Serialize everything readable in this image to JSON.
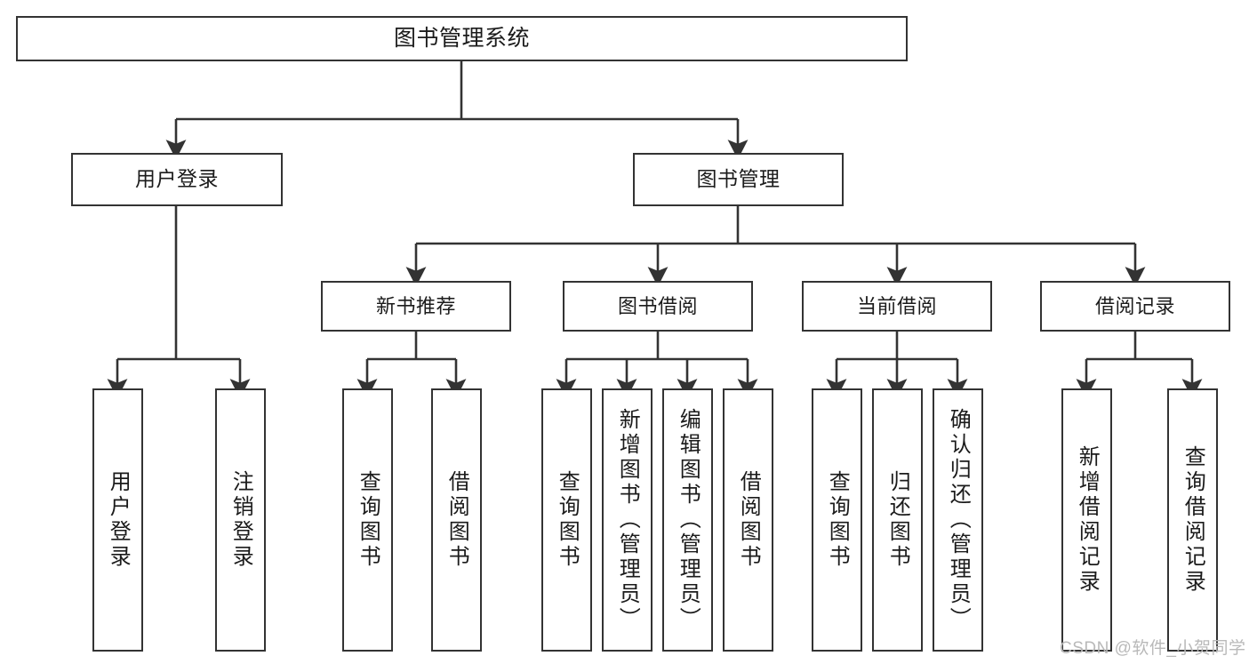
{
  "diagram": {
    "title": "图书管理系统",
    "type": "tree",
    "root": {
      "id": "root",
      "label": "图书管理系统",
      "orientation": "horizontal"
    },
    "level1": [
      {
        "id": "user-login",
        "label": "用户登录",
        "orientation": "horizontal"
      },
      {
        "id": "book-manage",
        "label": "图书管理",
        "orientation": "horizontal"
      }
    ],
    "level2": [
      {
        "id": "new-book-rec",
        "label": "新书推荐",
        "parent": "book-manage",
        "orientation": "horizontal"
      },
      {
        "id": "book-borrow",
        "label": "图书借阅",
        "parent": "book-manage",
        "orientation": "horizontal"
      },
      {
        "id": "current-borrow",
        "label": "当前借阅",
        "parent": "book-manage",
        "orientation": "horizontal"
      },
      {
        "id": "borrow-record",
        "label": "借阅记录",
        "parent": "book-manage",
        "orientation": "horizontal"
      }
    ],
    "leaves": [
      {
        "id": "leaf-user-login",
        "label": "用户登录",
        "parent": "user-login",
        "orientation": "vertical"
      },
      {
        "id": "leaf-user-logout",
        "label": "注销登录",
        "parent": "user-login",
        "orientation": "vertical"
      },
      {
        "id": "leaf-query-book-1",
        "label": "查询图书",
        "parent": "new-book-rec",
        "orientation": "vertical"
      },
      {
        "id": "leaf-borrow-book-1",
        "label": "借阅图书",
        "parent": "new-book-rec",
        "orientation": "vertical"
      },
      {
        "id": "leaf-query-book-2",
        "label": "查询图书",
        "parent": "book-borrow",
        "orientation": "vertical"
      },
      {
        "id": "leaf-add-book",
        "label": "新增图书（管理员）",
        "parent": "book-borrow",
        "orientation": "vertical"
      },
      {
        "id": "leaf-edit-book",
        "label": "编辑图书（管理员）",
        "parent": "book-borrow",
        "orientation": "vertical"
      },
      {
        "id": "leaf-borrow-book-2",
        "label": "借阅图书",
        "parent": "book-borrow",
        "orientation": "vertical"
      },
      {
        "id": "leaf-query-book-3",
        "label": "查询图书",
        "parent": "current-borrow",
        "orientation": "vertical"
      },
      {
        "id": "leaf-return-book",
        "label": "归还图书",
        "parent": "current-borrow",
        "orientation": "vertical"
      },
      {
        "id": "leaf-confirm-return",
        "label": "确认归还（管理员）",
        "parent": "current-borrow",
        "orientation": "vertical"
      },
      {
        "id": "leaf-add-record",
        "label": "新增借阅记录",
        "parent": "borrow-record",
        "orientation": "vertical"
      },
      {
        "id": "leaf-query-record",
        "label": "查询借阅记录",
        "parent": "borrow-record",
        "orientation": "vertical"
      }
    ],
    "colors": {
      "stroke": "#333333",
      "fill": "#ffffff",
      "text": "#1b1b1b",
      "watermark": "#b9b9b9"
    }
  },
  "watermark": {
    "text": "CSDN @软件_小贺同学"
  }
}
